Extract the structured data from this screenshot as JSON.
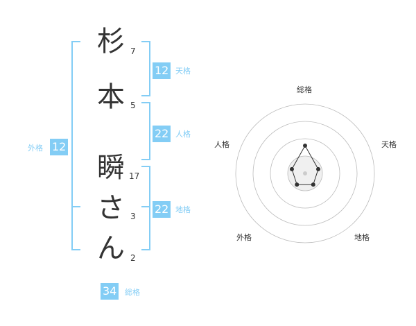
{
  "name_chars": [
    {
      "char": "杉",
      "strokes": "7"
    },
    {
      "char": "本",
      "strokes": "5"
    },
    {
      "char": "瞬",
      "strokes": "17"
    },
    {
      "char": "さ",
      "strokes": "3"
    },
    {
      "char": "ん",
      "strokes": "2"
    }
  ],
  "fortune": {
    "tenkaku": {
      "value": "12",
      "label": "天格"
    },
    "jinkaku": {
      "value": "22",
      "label": "人格"
    },
    "chikaku": {
      "value": "22",
      "label": "地格"
    },
    "gaikaku": {
      "value": "12",
      "label": "外格"
    },
    "soukaku": {
      "value": "34",
      "label": "総格"
    }
  },
  "radar": {
    "axes": [
      "総格",
      "天格",
      "地格",
      "外格",
      "人格"
    ],
    "scores": [
      2,
      1,
      1,
      1,
      1
    ],
    "max_score": 5,
    "ring_count": 4
  },
  "colors": {
    "accent": "#83cdf5",
    "text": "#333333",
    "ring": "#bbbbbb"
  }
}
